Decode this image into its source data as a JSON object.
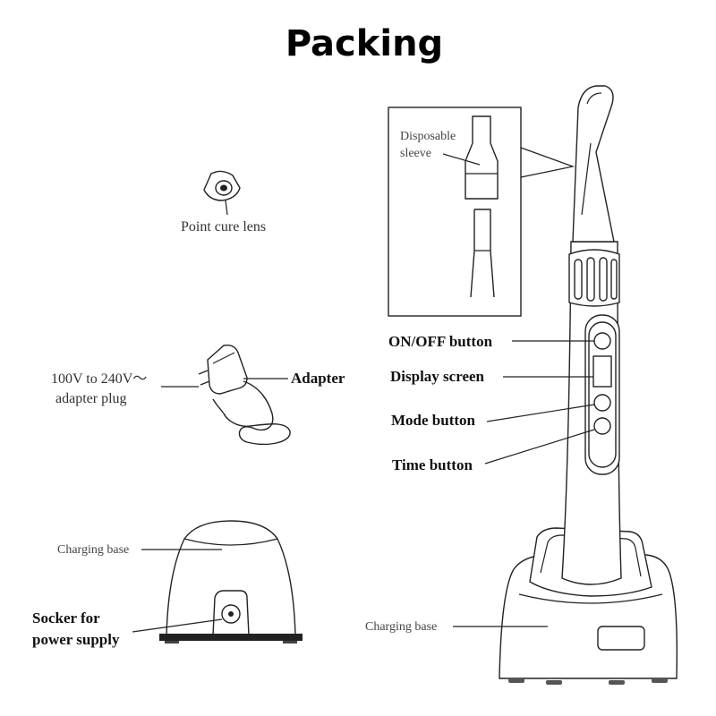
{
  "title": "Packing",
  "labels": {
    "disposable_sleeve_1": "Disposable",
    "disposable_sleeve_2": "sleeve",
    "point_cure_lens": "Point cure lens",
    "adapter_plug_1": "100V to 240V～",
    "adapter_plug_2": "adapter plug",
    "adapter": "Adapter",
    "on_off_button": "ON/OFF button",
    "display_screen": "Display screen",
    "mode_button": "Mode button",
    "time_button": "Time button",
    "charging_base_left": "Charging base",
    "charging_base_right": "Charging base",
    "socket_1": "Socker for",
    "socket_2": "power supply"
  }
}
